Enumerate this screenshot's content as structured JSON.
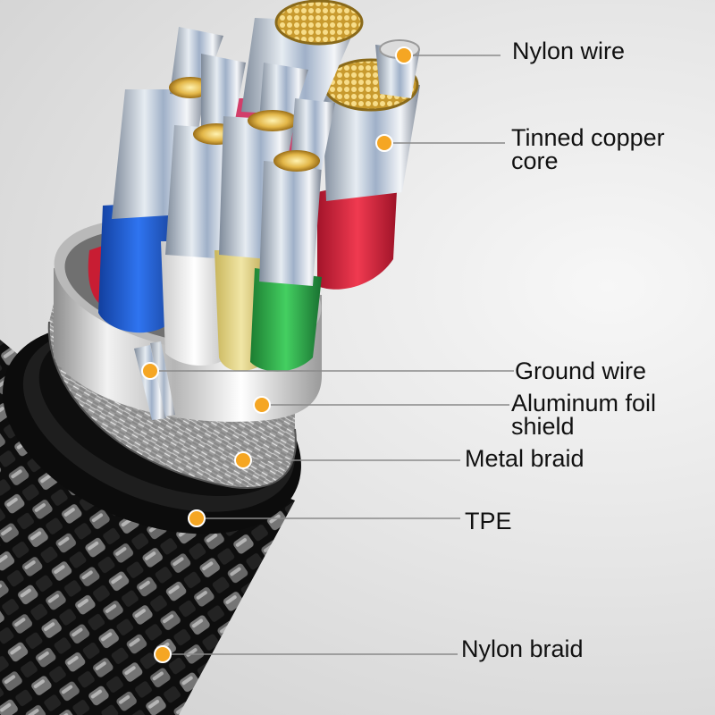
{
  "callouts": [
    {
      "id": "nylon-wire",
      "lines": [
        "Nylon wire"
      ]
    },
    {
      "id": "tinned-copper-core",
      "lines": [
        "Tinned copper",
        "core"
      ]
    },
    {
      "id": "ground-wire",
      "lines": [
        "Ground wire"
      ]
    },
    {
      "id": "aluminum-foil-shield",
      "lines": [
        "Aluminum foil",
        "shield"
      ]
    },
    {
      "id": "metal-braid",
      "lines": [
        "Metal braid"
      ]
    },
    {
      "id": "tpe",
      "lines": [
        "TPE"
      ]
    },
    {
      "id": "nylon-braid",
      "lines": [
        "Nylon braid"
      ]
    }
  ],
  "colors": {
    "marker": "#f5a623",
    "leader_line": "#8a8a8a",
    "wire_blue": "#1f5fd6",
    "wire_white": "#f2f2f2",
    "wire_yellow": "#e8d98a",
    "wire_green": "#2fb14a",
    "wire_red": "#d8263a",
    "copper": "#e0b54a"
  }
}
